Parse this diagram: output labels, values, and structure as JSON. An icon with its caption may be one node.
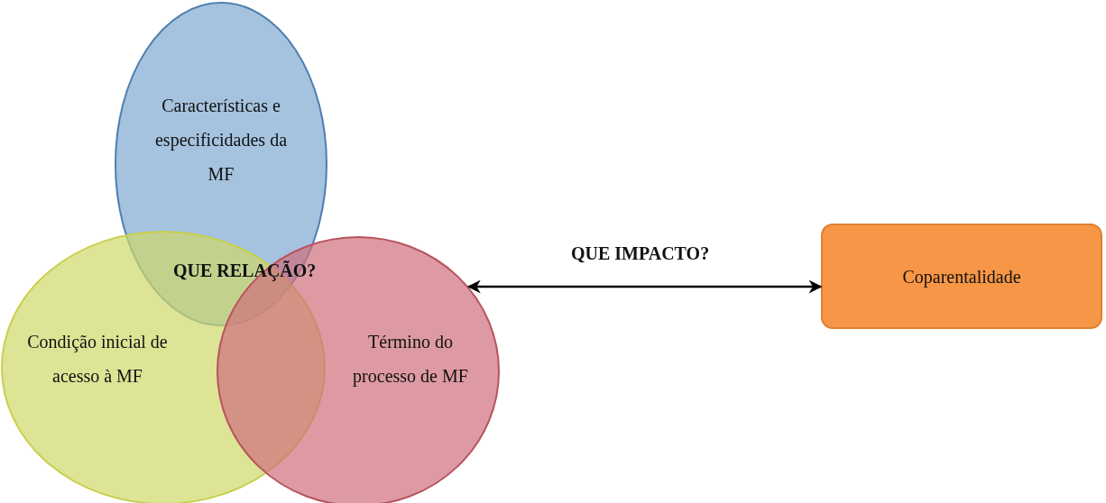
{
  "diagram": {
    "nodes": [
      {
        "text": [
          "Características e especificidades da MF"
        ]
      },
      {
        "text": [
          "Condição inicial de acesso à MF"
        ]
      },
      {
        "text": [
          "Término do processo de MF"
        ]
      },
      {
        "text": [
          "Coparentalidade"
        ]
      }
    ],
    "edges": [
      {
        "from": 2,
        "to": 3,
        "arrow": "both",
        "label": "QUE IMPACTO?"
      }
    ],
    "labels": [
      "QUE RELAÇÃO?"
    ]
  }
}
